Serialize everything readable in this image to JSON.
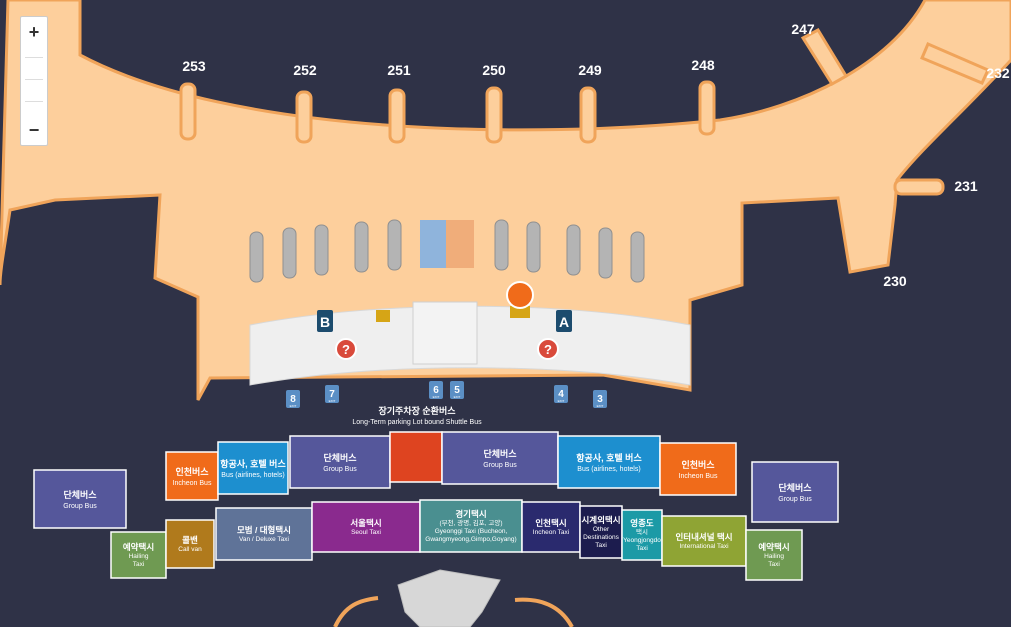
{
  "map": {
    "gate_numbers": [
      "253",
      "252",
      "251",
      "250",
      "249",
      "248",
      "247",
      "232",
      "231",
      "230"
    ],
    "exit_numbers": [
      "8",
      "7",
      "6",
      "5",
      "4",
      "3"
    ],
    "exit_label": "EXIT",
    "door_letters": [
      "B",
      "A"
    ],
    "info_symbol": "?",
    "shuttle_label_ko": "장기주차장 순환버스",
    "shuttle_label_en": "Long-Term parking Lot bound Shuttle Bus"
  },
  "zoom_control": {
    "plus_label": "+",
    "minus_label": "−"
  },
  "zones_upper": [
    {
      "ko": "단체버스",
      "en": "Group Bus",
      "color": "#55579b"
    },
    {
      "ko": "인천버스",
      "en": "Incheon Bus",
      "color": "#f06b1a"
    },
    {
      "ko": "항공사, 호텔 버스",
      "en": "Bus (airlines, hotels)",
      "color": "#1d8fcf"
    },
    {
      "ko": "단체버스",
      "en": "Group Bus",
      "color": "#55579b"
    },
    {
      "ko": "",
      "en": "",
      "color": "#de4420"
    },
    {
      "ko": "단체버스",
      "en": "Group Bus",
      "color": "#55579b"
    },
    {
      "ko": "항공사, 호텔 버스",
      "en": "Bus (airlines, hotels)",
      "color": "#1d8fcf"
    },
    {
      "ko": "인천버스",
      "en": "Incheon Bus",
      "color": "#f06b1a"
    },
    {
      "ko": "단체버스",
      "en": "Group Bus",
      "color": "#55579b"
    }
  ],
  "zones_lower": [
    {
      "lines": [
        "예약택시",
        "Hailing",
        "Taxi"
      ],
      "color": "#6f9a52"
    },
    {
      "lines": [
        "콜밴",
        "Call van"
      ],
      "color": "#b07a1c"
    },
    {
      "lines": [
        "모범 / 대형택시",
        "Van / Deluxe Taxi"
      ],
      "color": "#5f7398"
    },
    {
      "lines": [
        "서울택시",
        "Seoul Taxi"
      ],
      "color": "#8a2a8e"
    },
    {
      "lines": [
        "경기택시",
        "(부천, 광명, 김포, 고양)",
        "Gyeonggi Taxi (Bucheon,",
        "Gwangmyeong,Gimpo,Goyang)"
      ],
      "color": "#4a8f90"
    },
    {
      "lines": [
        "인천택시",
        "Incheon Taxi"
      ],
      "color": "#2a2a6e"
    },
    {
      "lines": [
        "시계외택시",
        "Other",
        "Destinations",
        "Taxi"
      ],
      "color": "#1c1c4e"
    },
    {
      "lines": [
        "영종도",
        "택시",
        "Yeongjongdo",
        "Taxi"
      ],
      "color": "#1c9aa6"
    },
    {
      "lines": [
        "인터내셔널 택시",
        "International Taxi"
      ],
      "color": "#8fa434"
    },
    {
      "lines": [
        "예약택시",
        "Hailing",
        "Taxi"
      ],
      "color": "#6f9a52"
    }
  ]
}
